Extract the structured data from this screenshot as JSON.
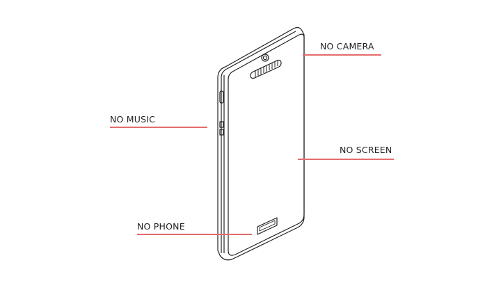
{
  "labels": {
    "camera": "NO CAMERA",
    "music": "NO MUSIC",
    "screen": "NO SCREEN",
    "phone": "NO PHONE"
  },
  "colors": {
    "leader_line": "#e46c6c",
    "outline": "#222222"
  }
}
